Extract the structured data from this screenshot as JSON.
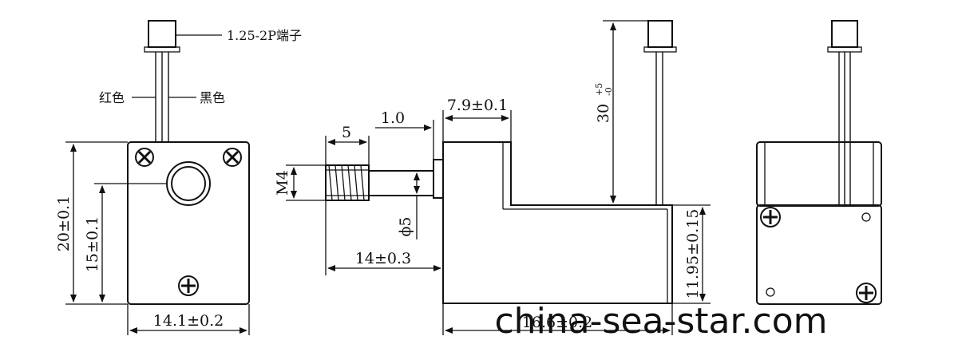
{
  "labels": {
    "connector": "1.25-2P端子",
    "red_wire": "红色",
    "black_wire": "黑色"
  },
  "dimensions": {
    "front_height": "20±0.1",
    "front_hole_height": "15±0.1",
    "front_width": "14.1±0.2",
    "thread_length": "5",
    "shoulder_length": "1.0",
    "plate_offset": "7.9±0.1",
    "thread_size": "M4",
    "shaft_diameter": "ϕ5",
    "plunger_length": "14±0.3",
    "wire_length_main": "30",
    "wire_length_sup": "+5",
    "wire_length_sub": "-0",
    "body_height": "11.95±0.15",
    "body_width": "16.6±0.2"
  },
  "watermark": "china-sea-star.com"
}
